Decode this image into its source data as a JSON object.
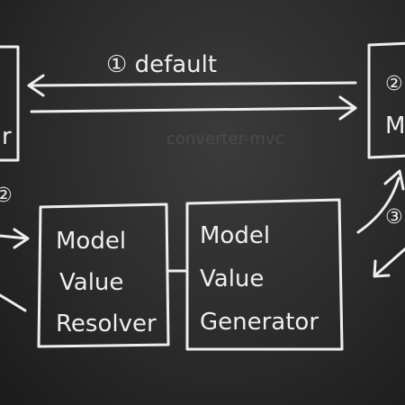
{
  "diagram": {
    "arrow_label": "① default",
    "step2_label": "②",
    "step3_label": "③",
    "right_box_top": "②",
    "right_box_bottom": "M",
    "left_box_bottom": "r",
    "resolver_box": {
      "lines": [
        "Model",
        "Value",
        "Resolver"
      ]
    },
    "generator_box": {
      "lines": [
        "Model",
        "Value",
        "Generator"
      ]
    },
    "ghost_text": "converter-mvc"
  }
}
